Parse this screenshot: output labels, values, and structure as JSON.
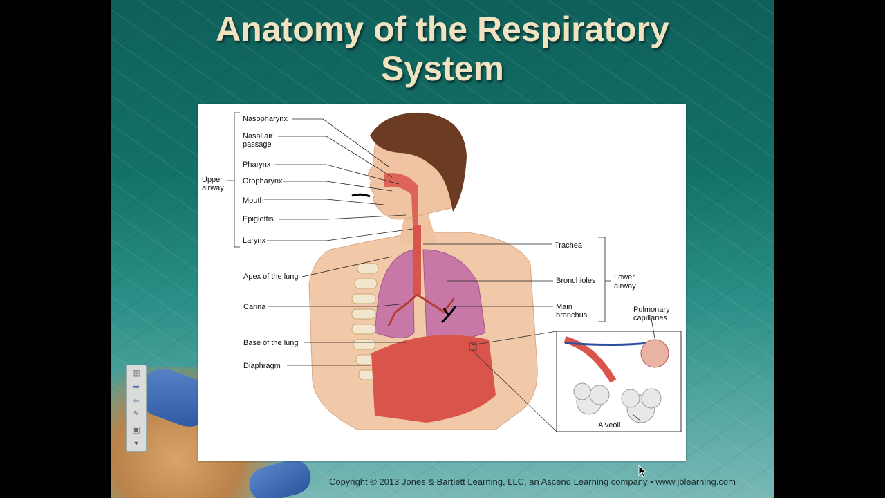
{
  "slide": {
    "title_line1": "Anatomy of the Respiratory",
    "title_line2": "System",
    "copyright": "Copyright © 2013 Jones & Bartlett Learning, LLC, an Ascend Learning company • www.jblearning.com"
  },
  "figure": {
    "left_labels": {
      "nasopharynx": "Nasopharynx",
      "nasal_air_1": "Nasal air",
      "nasal_air_2": "passage",
      "pharynx": "Pharynx",
      "oropharynx": "Oropharynx",
      "mouth": "Mouth",
      "epiglottis": "Epiglottis",
      "larynx": "Larynx",
      "upper_airway_1": "Upper",
      "upper_airway_2": "airway",
      "apex": "Apex of the lung",
      "carina": "Carina",
      "base": "Base of the lung",
      "diaphragm": "Diaphragm"
    },
    "right_labels": {
      "trachea": "Trachea",
      "bronchioles": "Bronchioles",
      "main_bronchus_1": "Main",
      "main_bronchus_2": "bronchus",
      "lower_airway_1": "Lower",
      "lower_airway_2": "airway",
      "pulmonary_1": "Pulmonary",
      "pulmonary_2": "capillaries",
      "alveoli": "Alveoli"
    }
  },
  "toolbar": {
    "icons": [
      "grid-icon",
      "arrow-right-icon",
      "arrow-left-icon",
      "pen-icon",
      "monitor-icon",
      "chevron-down-icon"
    ]
  }
}
